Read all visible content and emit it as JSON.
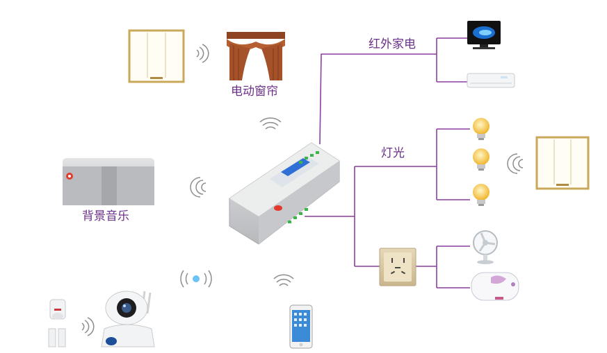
{
  "labels": {
    "curtain": "电动窗帘",
    "music": "背景音乐",
    "ir_appliance": "红外家电",
    "lighting": "灯光"
  },
  "colors": {
    "line": "#8a3f9e",
    "label": "#6b2f8a",
    "panel_frame": "#c9a85a",
    "curtain": "#a5522a",
    "bulb": "#f6c342",
    "controller": "#d8d9db",
    "screen_blue": "#2f6fd6"
  },
  "icons": [
    "switch-panel",
    "curtain",
    "tv",
    "air-conditioner",
    "bulb",
    "speaker",
    "controller",
    "socket",
    "fan",
    "water-heater",
    "camera",
    "sensor",
    "phone",
    "wifi-waves"
  ]
}
